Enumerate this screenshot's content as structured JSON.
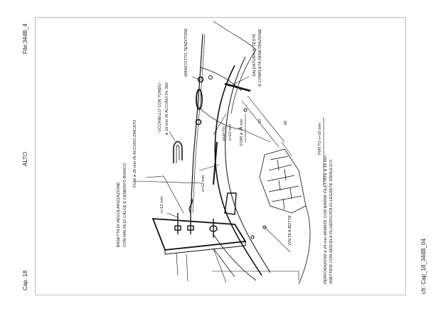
{
  "sheet": {
    "file_label": "File:344B_4",
    "orientation_label": "ALTO",
    "chapter_label": "Cap. 18",
    "drawing_code": "cfr: Cap_18_344B_04"
  },
  "annotations": {
    "occhiello": "OCCHIELLO CON TONDO",
    "occhiello_dim": "ø 16 mm IN ACCIAIO Fe 360",
    "fune": "FUNI ø 20 mm IN ACCIAIO ZINCATO",
    "manicotto": "MANICOTTO TENDITORE",
    "saldatura_1": "SALDATURA IN TESTA",
    "saldatura_2": "A COMPLETA PENETRAZIONE",
    "piatto_top": "PIATTO",
    "piatto_s10": "s=10 mm",
    "fori": "FORI ø 14 mm",
    "dim_10": "10",
    "dim_60": "60",
    "piatto_right": "PIATTO s=10 mm",
    "basetta_1": "BASETTA DI REGOLARIZZAZIONE",
    "basetta_2": "CON MALTA DI CALCE E CEMENTO BIANCO",
    "s12_left": "s=12 mm",
    "s12_mid": "s=12 mm",
    "volta": "VOLTA A BOTTE",
    "perforazioni_1": "PERFORAZIONI ø 24 mm ARMATE CON BARRE FILETTATE ø 18 mm",
    "perforazioni_2": "INIETTATE CON MISCELA FLUIDIFICATA DI LEGANTE IDRAULICO"
  }
}
